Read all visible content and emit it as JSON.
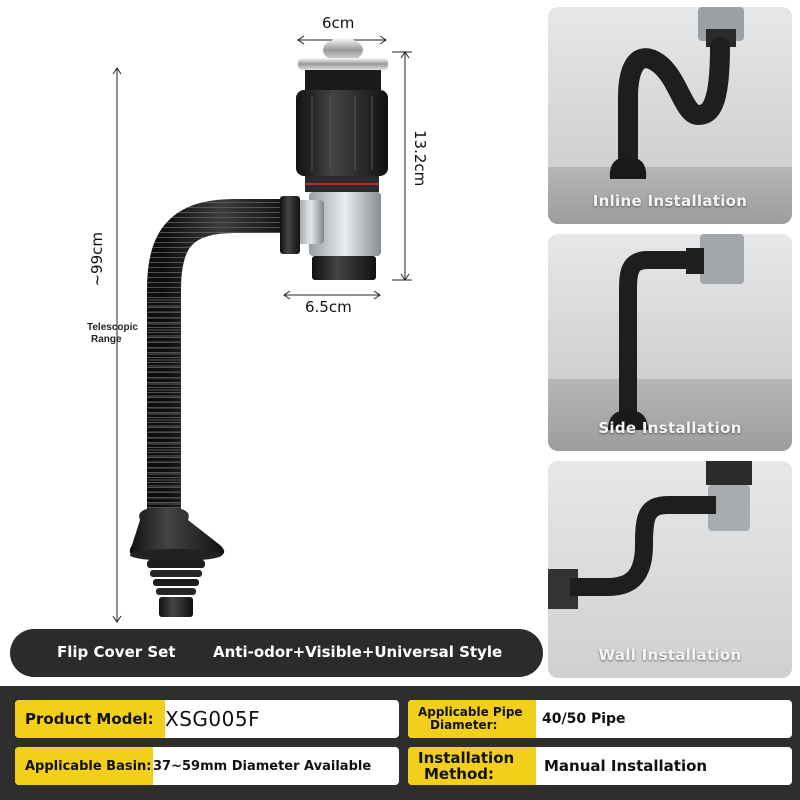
{
  "dimensions": {
    "top_width": "6cm",
    "height": "13.2cm",
    "bottom_width": "6.5cm",
    "length": "~99cm",
    "length_caption_line1": "Telescopic",
    "length_caption_line2": "Range"
  },
  "installations": [
    {
      "label": "Inline Installation"
    },
    {
      "label": "Side Installation"
    },
    {
      "label": "Wall Installation"
    }
  ],
  "banner": {
    "left": "Flip Cover Set",
    "right": "Anti-odor+Visible+Universal Style"
  },
  "specs": {
    "model_label": "Product Model:",
    "model_value": "XSG005F",
    "pipe_label_line1": "Applicable Pipe",
    "pipe_label_line2": "Diameter:",
    "pipe_value": "40/50 Pipe",
    "basin_label": "Applicable Basin:",
    "basin_value": "37~59mm Diameter Available",
    "install_label_line1": "Installation",
    "install_label_line2": "Method:",
    "install_value": "Manual Installation"
  },
  "colors": {
    "accent_yellow": "#f2cf1a",
    "dark_bar": "#2e2e2e",
    "pipe_black": "#1c1c1c"
  }
}
